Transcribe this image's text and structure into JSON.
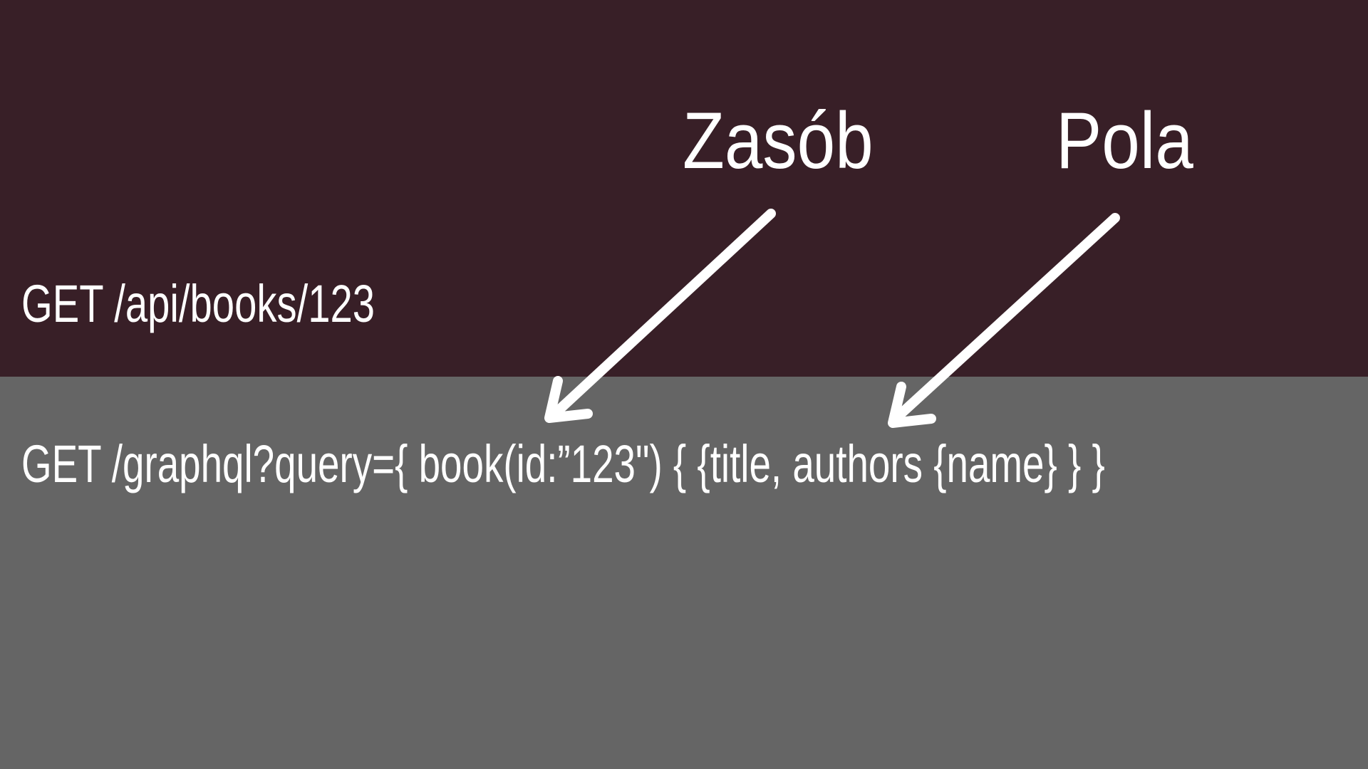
{
  "labels": {
    "resource": "Zasób",
    "fields": "Pola"
  },
  "requests": {
    "rest": "GET /api/books/123",
    "graphql": "GET /graphql?query={ book(id:”123\") { {title, authors {name} } }"
  },
  "colors": {
    "top_background": "#381f27",
    "bottom_background": "#656565",
    "text": "#ffffff"
  },
  "icons": {
    "resource_arrow": "arrow-down-left-icon",
    "fields_arrow": "arrow-down-left-icon"
  }
}
